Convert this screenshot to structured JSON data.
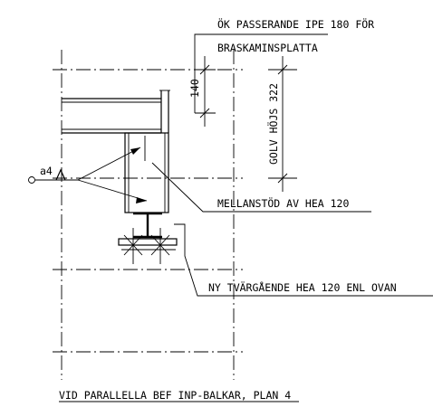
{
  "notes": {
    "top_line1": "ÖK PASSERANDE IPE 180 FÖR",
    "top_line2": "BRASKAMINSPLATTA",
    "dim_140": "140",
    "dim_floor": "GOLV HÖJS 322",
    "weld": "a4",
    "support": "MELLANSTÖD AV HEA 120",
    "transverse": "NY TVÄRGÅENDE HEA 120 ENL OVAN",
    "caption": "VID PARALLELLA BEF INP-BALKAR, PLAN 4"
  }
}
